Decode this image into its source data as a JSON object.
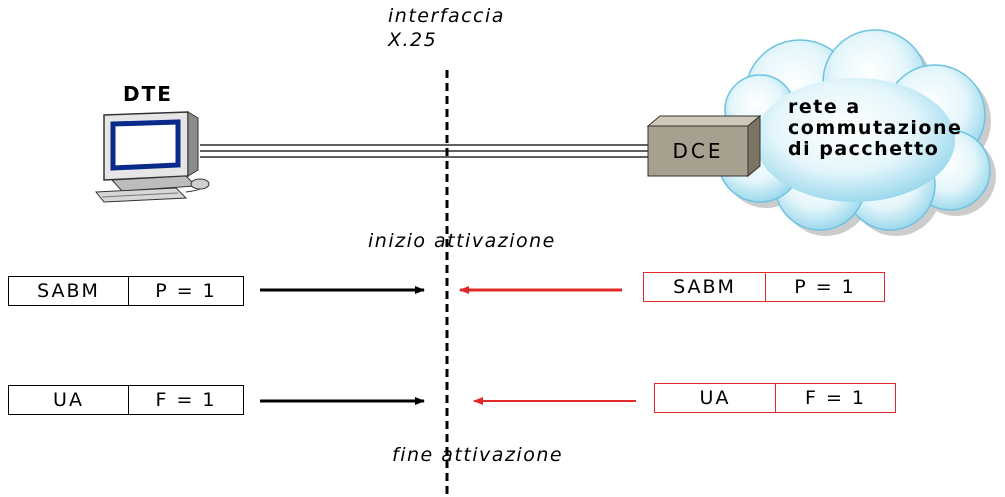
{
  "interface": {
    "line1": "interfaccia",
    "line2": "X.25"
  },
  "dte": {
    "label": "DTE"
  },
  "dce": {
    "label": "DCE"
  },
  "network": {
    "line1": "rete a",
    "line2": "commutazione",
    "line3": "di pacchetto"
  },
  "phases": {
    "start": "inizio attivazione",
    "end": "fine attivazione"
  },
  "frames": {
    "sabm_dte": {
      "type": "SABM",
      "bit": "P = 1"
    },
    "sabm_dce": {
      "type": "SABM",
      "bit": "P = 1"
    },
    "ua_dte": {
      "type": "UA",
      "bit": "F = 1"
    },
    "ua_dce": {
      "type": "UA",
      "bit": "F = 1"
    }
  },
  "colors": {
    "dte_side": "#000000",
    "dce_side": "#e2292a",
    "cloud": "#c9ecf6",
    "dce_box": "#a8a08e"
  }
}
